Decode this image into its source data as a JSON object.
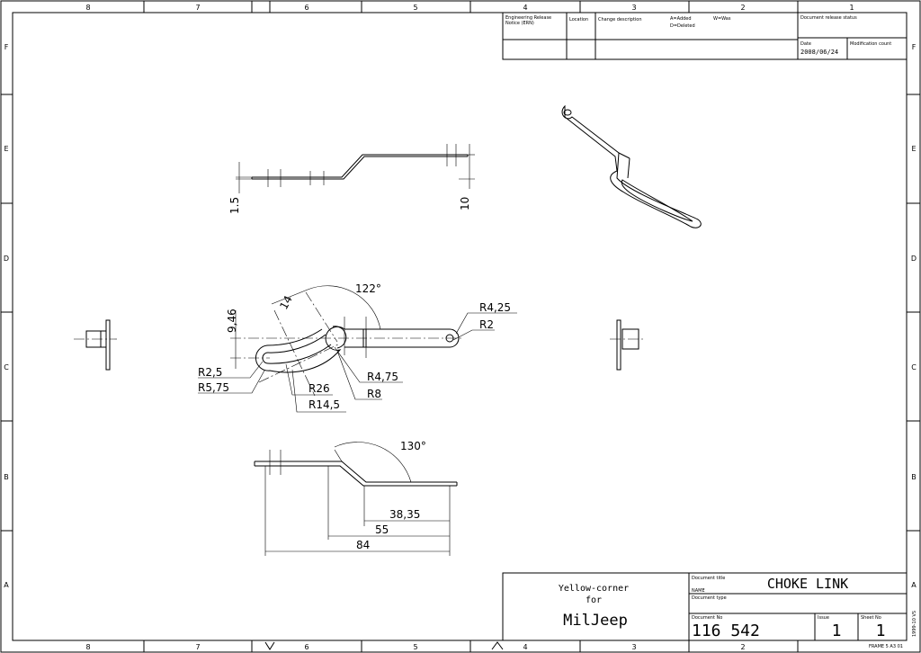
{
  "zones": {
    "columns": [
      "8",
      "7",
      "6",
      "5",
      "4",
      "3",
      "2",
      "1"
    ],
    "rows": [
      "F",
      "E",
      "D",
      "C",
      "B",
      "A"
    ]
  },
  "revision_block": {
    "ern_label": "Engineering Release Notice (ERN)",
    "location_label": "Location",
    "change_label": "Change description",
    "legend_added": "A=Added",
    "legend_deleted": "D=Deleted",
    "legend_was": "W=Was",
    "release_status_label": "Document release status",
    "date_label": "Date",
    "date_value": "2008/06/24",
    "modification_label": "Modification count"
  },
  "title_block": {
    "company_line1": "Yellow-corner",
    "company_line2": "for",
    "company_line3": "MilJeep",
    "doc_title_label": "Document title",
    "name_label": "NAME",
    "doc_title": "CHOKE LINK",
    "doc_type_label": "Document type",
    "doc_no_label": "Document No",
    "doc_no": "116 542",
    "issue_label": "Issue",
    "issue": "1",
    "sheet_label": "Sheet No",
    "sheet": "1",
    "frame_label": "FRAME 5 A3 01",
    "side_label": "1999-10  VS"
  },
  "dimensions": {
    "top_thickness": "1.5",
    "top_height": "10",
    "offset": "9,46",
    "width": "14",
    "angle_top": "122°",
    "r_small_outer": "R4,25",
    "r_small_inner": "R2",
    "r_slot_inner": "R2,5",
    "r_slot_outer": "R5,75",
    "r_ring_inner": "R4,75",
    "r_ring_outer": "R8",
    "r_arc_inner": "R26",
    "r_arc_outer": "R14,5",
    "angle_bottom": "130°",
    "len_1": "38,35",
    "len_2": "55",
    "len_3": "84"
  }
}
